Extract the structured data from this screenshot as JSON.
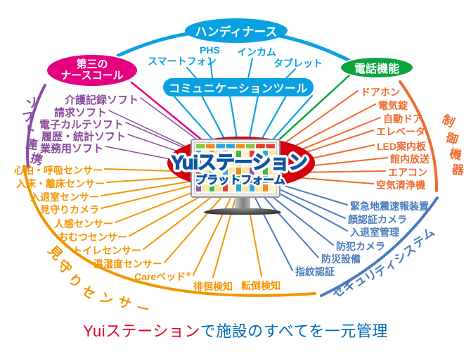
{
  "nodes": {
    "handy_nurse": "ハンディナース",
    "third_nurse_call": [
      "第三の",
      "ナースコール"
    ],
    "phone_function": "電話機能",
    "communication_tools": "コミュニケーションツール"
  },
  "top_devices": [
    "スマートフォン",
    "PHS",
    "インカム",
    "タブレット"
  ],
  "center": {
    "title": "Yuiステーション",
    "subtitle": "プラットフォーム"
  },
  "groups": {
    "soft": {
      "label": "ソフト連携",
      "items": [
        "介護記録ソフト",
        "請求ソフト",
        "電子カルテソフト",
        "履歴・統計ソフト",
        "業務用ソフト"
      ]
    },
    "sensor": {
      "label": "見守りセンサー",
      "items": [
        "心拍・呼吸センサー",
        "入床・離床センサー",
        "入退室センサー",
        "見守りカメラ",
        "人感センサー",
        "おむつセンサー",
        "トイレセンサー",
        "温湿度センサー",
        "Careベッド※",
        "徘徊検知",
        "転倒検知"
      ]
    },
    "control": {
      "label": "制御機器",
      "items": [
        "ドアホン",
        "電気錠",
        "自動ドア",
        "エレベータ",
        "LED案内板",
        "館内放送",
        "エアコン",
        "空気清浄機"
      ]
    },
    "security": {
      "label": "セキュリティシステム",
      "items": [
        "緊急地震速報装置",
        "顔認証カメラ",
        "入退室管理",
        "防犯カメラ",
        "防災設備",
        "指紋認証"
      ]
    }
  },
  "caption": {
    "highlight": "Yuiステーション",
    "rest": "で施設のすべてを一元管理"
  },
  "colors": {
    "blue": "#0aa1e2",
    "magenta": "#e4007f",
    "green": "#0ba53f",
    "purple": "#8a4b9d",
    "orange": "#f29600",
    "orange_red": "#ee6c30",
    "steel_blue": "#4a7bbd",
    "center_red": "#d3000e",
    "title_blue": "#0b55a6",
    "caption_red": "#e60020",
    "caption_blue": "#0068b7"
  }
}
